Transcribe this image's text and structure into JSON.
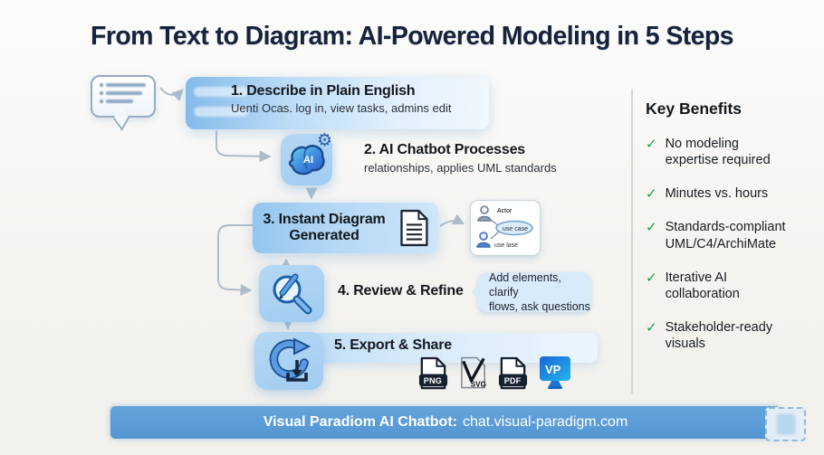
{
  "title": "From Text to Diagram: AI-Powered Modeling in 5 Steps",
  "steps": [
    {
      "title": "1. Describe in Plain English",
      "subtitle": "Uenti Ocas. log in, view tasks, admins edit"
    },
    {
      "title": "2. AI Chatbot Processes",
      "subtitle": "relationships, applies UML standards"
    },
    {
      "title": "3. Instant Diagram\nGenerated"
    },
    {
      "title": "4. Review & Refine",
      "note": "Add elements, clarify\nflows, ask questions"
    },
    {
      "title": "5. Export & Share"
    }
  ],
  "usecase_card": {
    "actor_label": "Actor",
    "oval_label": "use case",
    "actor2_label": "use lase"
  },
  "exports": [
    "PNG",
    "SVG",
    "PDF",
    "VP"
  ],
  "benefits": {
    "heading": "Key Benefits",
    "items": [
      "No modeling\nexpertise required",
      "Minutes vs. hours",
      "Standards-compliant\nUML/C4/ArchiMate",
      "Iterative AI\ncollaboration",
      "Stakeholder-ready\nvisuals"
    ]
  },
  "footer": {
    "label": "Visual Paradiom AI Chatbot:",
    "url": "chat.visual-paradigm.com"
  },
  "icons": {
    "gear": "⚙",
    "check": "✓",
    "ai_label": "AI"
  },
  "colors": {
    "title_navy": "#17233d",
    "step_blue": "#9fccf1",
    "footer_blue": "#5b9cd8",
    "check_green": "#17a04a"
  }
}
